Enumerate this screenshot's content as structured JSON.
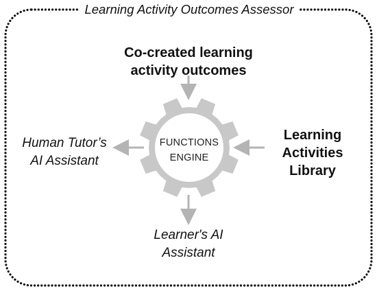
{
  "title": "Learning Activity Outcomes Assessor",
  "engine": {
    "line1": "FUNCTIONS",
    "line2": "ENGINE"
  },
  "inputs": {
    "top": {
      "line1": "Co-created learning",
      "line2": "activity outcomes"
    },
    "right": {
      "line1": "Learning",
      "line2": "Activities",
      "line3": "Library"
    }
  },
  "outputs": {
    "left": {
      "line1": "Human Tutor’s",
      "line2": "AI Assistant"
    },
    "bottom": {
      "line1": "Learner's AI",
      "line2": "Assistant"
    }
  },
  "colors": {
    "border": "#111111",
    "gear": "#c8c8c8",
    "arrow": "#b4b4b4",
    "text": "#111111"
  }
}
